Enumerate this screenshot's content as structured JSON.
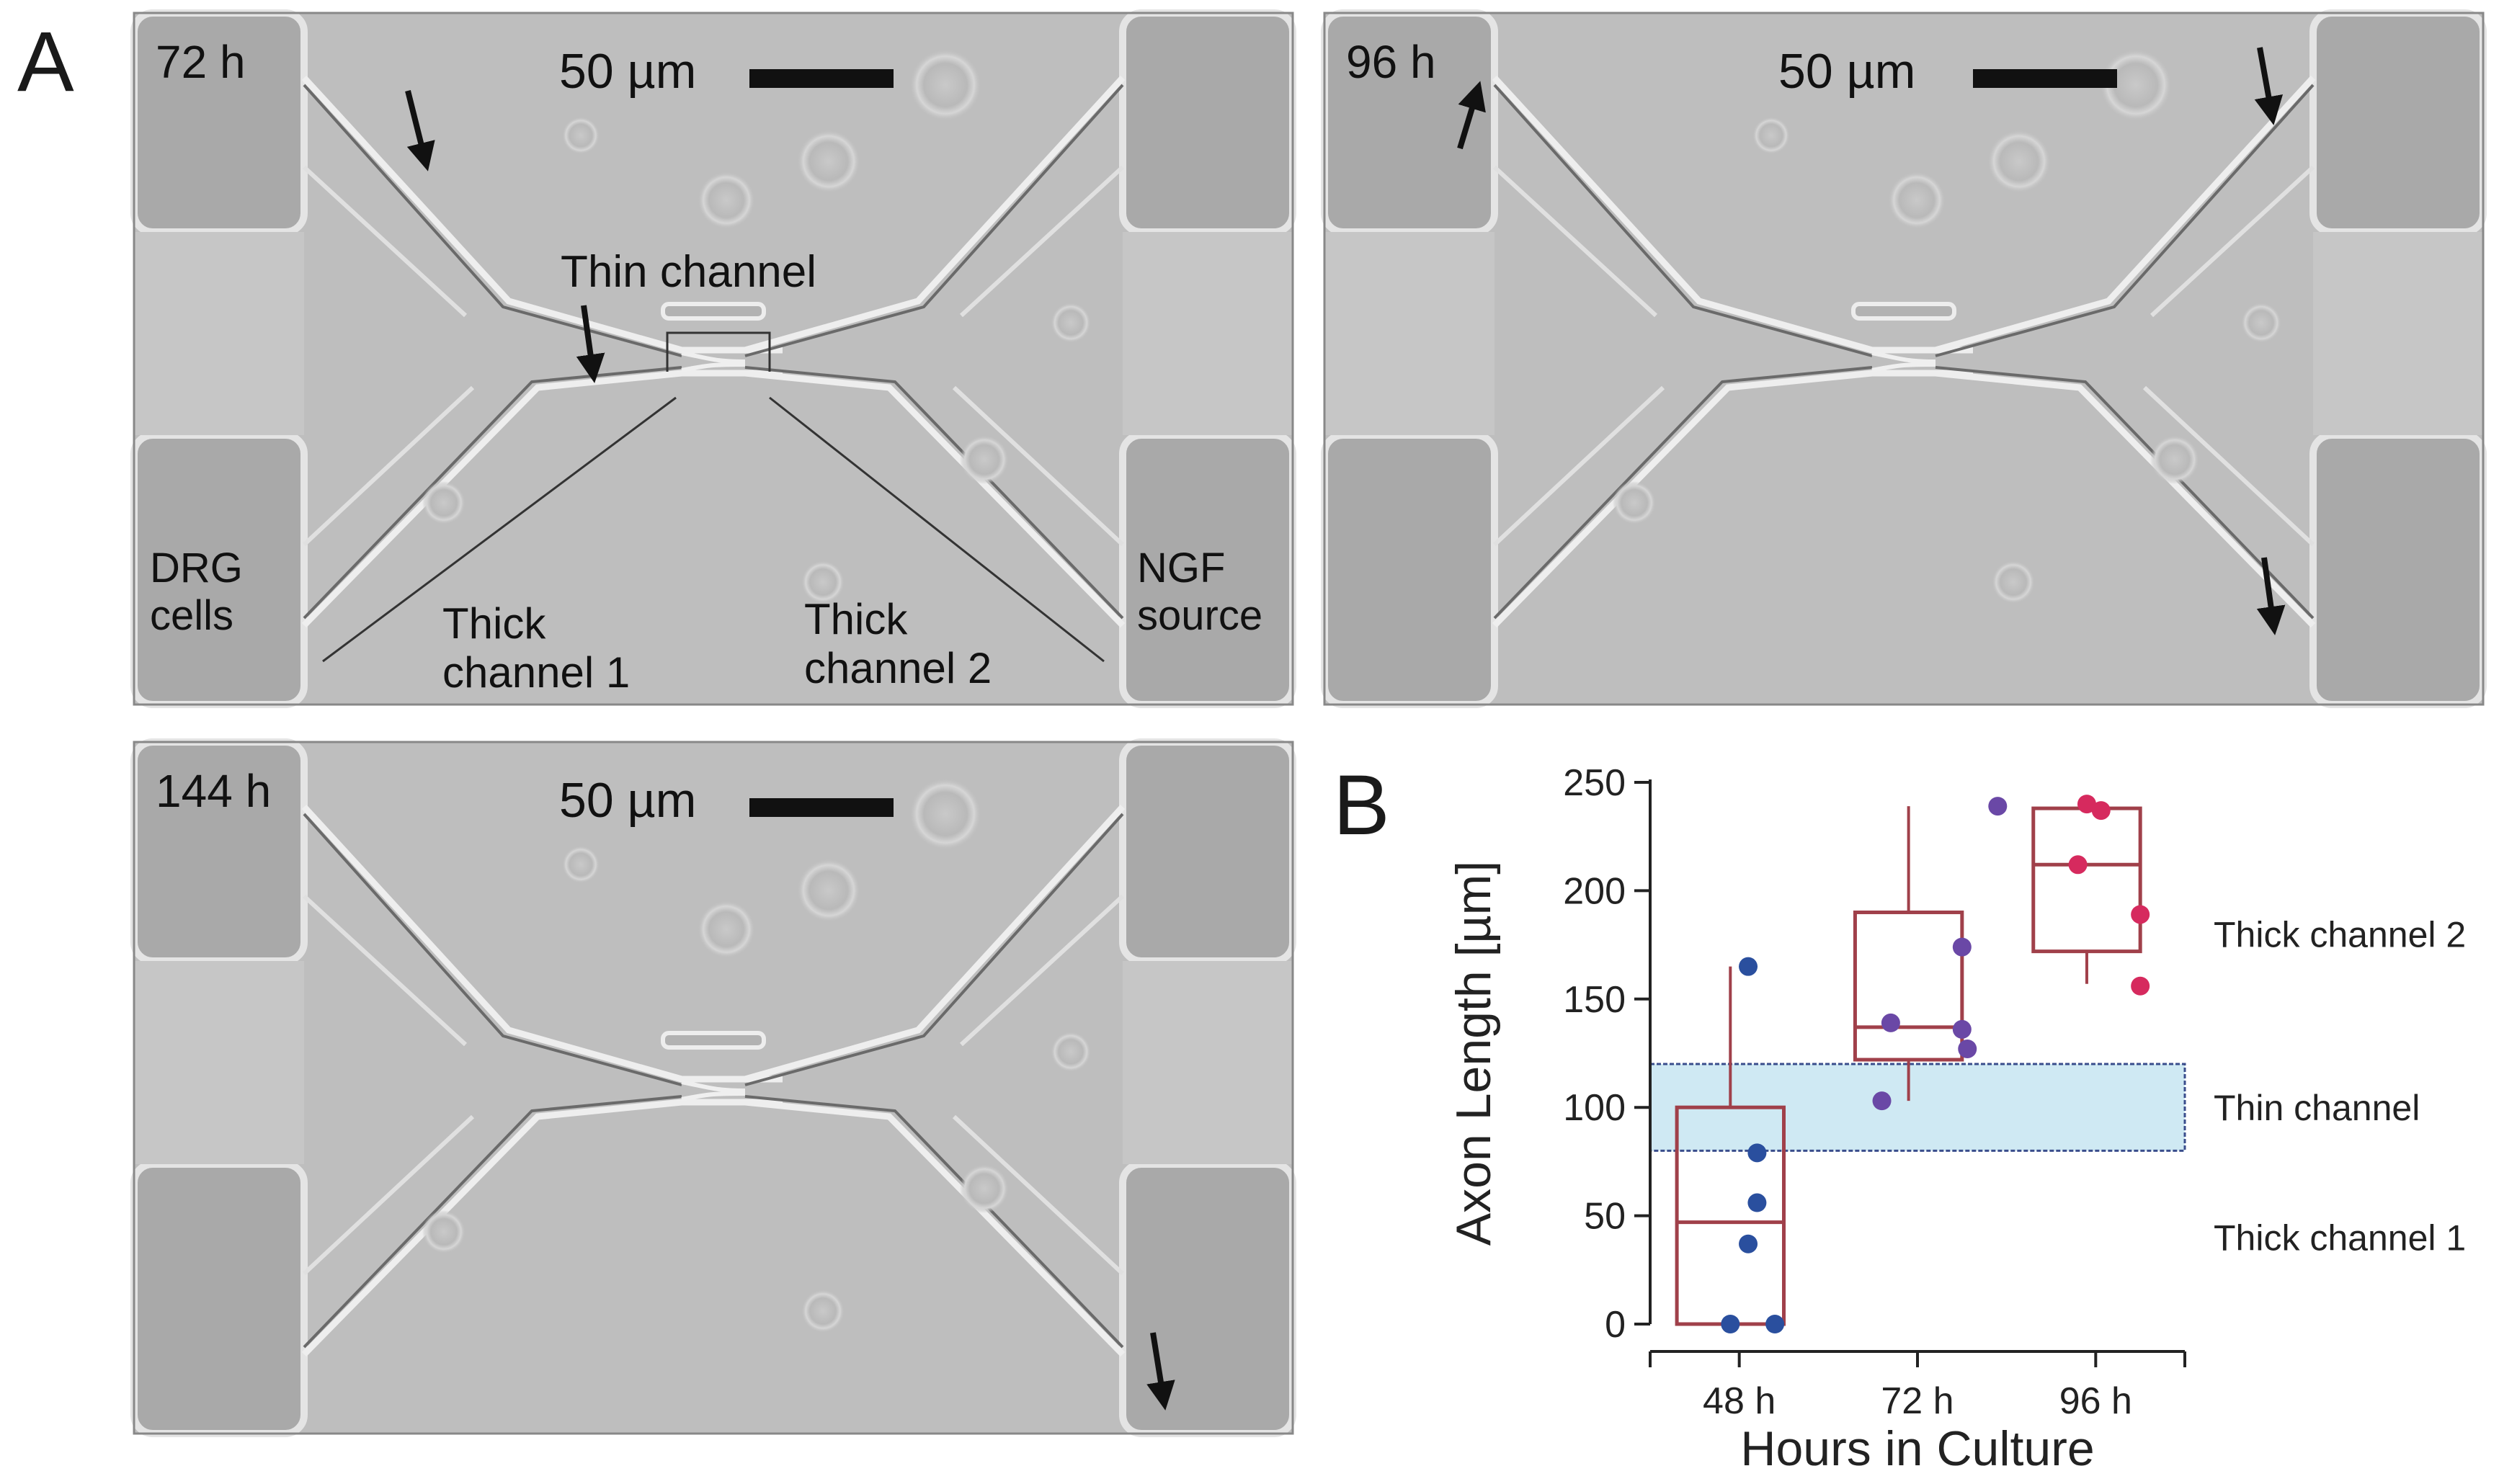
{
  "figure": {
    "panel_a": {
      "letter": "A",
      "micrographs": [
        {
          "time": "72 h",
          "scale_bar": "50 µm",
          "labels": {
            "thin_channel": "Thin channel",
            "drg_line1": "DRG",
            "drg_line2": "cells",
            "thick1_line1": "Thick",
            "thick1_line2": "channel 1",
            "thick2_line1": "Thick",
            "thick2_line2": "channel 2",
            "ngf_line1": "NGF",
            "ngf_line2": "source"
          }
        },
        {
          "time": "96 h",
          "scale_bar": "50 µm"
        },
        {
          "time": "144 h",
          "scale_bar": "50 µm"
        }
      ]
    },
    "panel_b": {
      "letter": "B"
    }
  },
  "chart_data": {
    "type": "box",
    "xlabel": "Hours in Culture",
    "ylabel": "Axon Length [µm]",
    "categories": [
      "48 h",
      "72 h",
      "96 h"
    ],
    "ylim": [
      0,
      250
    ],
    "yticks": [
      0,
      50,
      100,
      150,
      200,
      250
    ],
    "grid": false,
    "thin_channel_band": [
      80,
      120
    ],
    "region_labels": [
      {
        "text": "Thick channel 2",
        "y": 180
      },
      {
        "text": "Thin channel",
        "y": 100
      },
      {
        "text": "Thick channel 1",
        "y": 40
      }
    ],
    "box_color": "#a0404a",
    "band_color": "#cfe9f3",
    "series": [
      {
        "category": "48 h",
        "color": "#2a4f9e",
        "box": {
          "whisker_low": 0,
          "q1": 0,
          "median": 47,
          "q3": 100,
          "whisker_high": 165
        },
        "points": [
          {
            "offset": 0.1,
            "y": 165
          },
          {
            "offset": 0.15,
            "y": 79
          },
          {
            "offset": 0.15,
            "y": 56
          },
          {
            "offset": 0.1,
            "y": 37
          },
          {
            "offset": 0.0,
            "y": 0
          },
          {
            "offset": 0.25,
            "y": 0
          }
        ]
      },
      {
        "category": "72 h",
        "color": "#6a48a6",
        "box": {
          "whisker_low": 103,
          "q1": 122,
          "median": 137,
          "q3": 190,
          "whisker_high": 239
        },
        "points": [
          {
            "offset": 0.5,
            "y": 239
          },
          {
            "offset": 0.3,
            "y": 174
          },
          {
            "offset": -0.1,
            "y": 139
          },
          {
            "offset": 0.3,
            "y": 136
          },
          {
            "offset": 0.33,
            "y": 127
          },
          {
            "offset": -0.15,
            "y": 103
          }
        ]
      },
      {
        "category": "96 h",
        "color": "#d62a5e",
        "box": {
          "whisker_low": 157,
          "q1": 172,
          "median": 212,
          "q3": 238,
          "whisker_high": 238
        },
        "points": [
          {
            "offset": 0.0,
            "y": 240
          },
          {
            "offset": 0.08,
            "y": 237
          },
          {
            "offset": -0.05,
            "y": 212
          },
          {
            "offset": 0.3,
            "y": 189
          },
          {
            "offset": 0.3,
            "y": 156
          }
        ]
      }
    ]
  }
}
